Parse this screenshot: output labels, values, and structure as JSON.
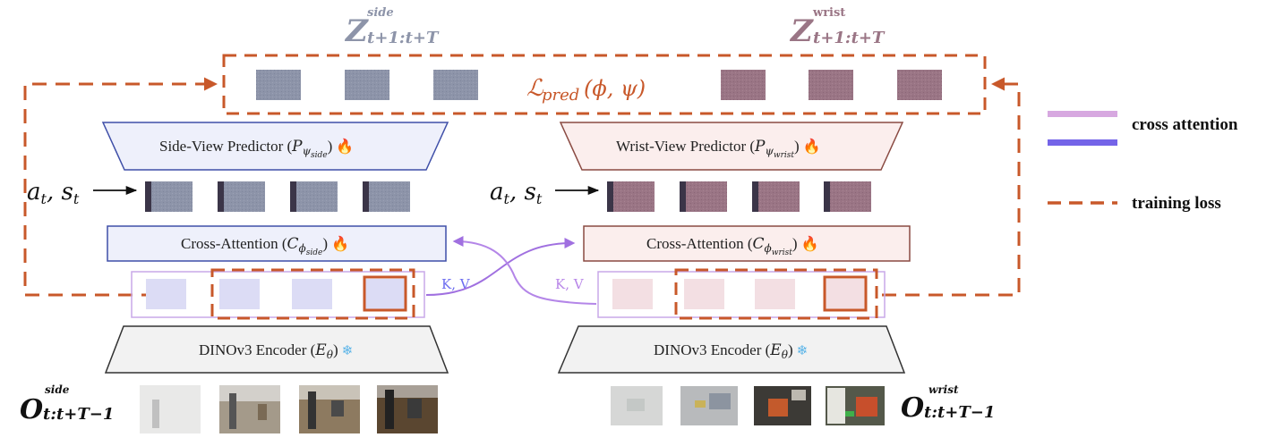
{
  "top": {
    "z_side": {
      "base": "Z",
      "sup": "side",
      "sub": "t+1:t+T"
    },
    "z_wrist": {
      "base": "Z",
      "sup": "wrist",
      "sub": "t+1:t+T"
    },
    "loss": {
      "L": "ℒ",
      "sub": "pred",
      "args": "(ϕ, ψ)"
    }
  },
  "side": {
    "predictor": {
      "text": "Side-View Predictor (",
      "sym": "P",
      "sub": "ψ",
      "subsub": "side",
      "close": ")"
    },
    "action": {
      "text": "a",
      "t": "t",
      "sep": ", s",
      "t2": "t"
    },
    "cross_attn": {
      "text": "Cross-Attention (",
      "sym": "C",
      "sub": "ϕ",
      "subsub": "side",
      "close": ")"
    },
    "kv": "K, V",
    "encoder": {
      "text": "DINOv3 Encoder (",
      "sym": "E",
      "sub": "θ",
      "close": ")"
    },
    "obs": {
      "base": "O",
      "sup": "side",
      "sub": "t:t+T−1"
    }
  },
  "wrist": {
    "predictor": {
      "text": "Wrist-View Predictor (",
      "sym": "P",
      "sub": "ψ",
      "subsub": "wrist",
      "close": ")"
    },
    "action": {
      "text": "a",
      "t": "t",
      "sep": ", s",
      "t2": "t"
    },
    "cross_attn": {
      "text": "Cross-Attention (",
      "sym": "C",
      "sub": "ϕ",
      "subsub": "wrist",
      "close": ")"
    },
    "kv": "K, V",
    "encoder": {
      "text": "DINOv3 Encoder (",
      "sym": "E",
      "sub": "θ",
      "close": ")"
    },
    "obs": {
      "base": "O",
      "sup": "wrist",
      "sub": "t:t+T−1"
    }
  },
  "legend": {
    "cross_attention": "cross attention",
    "training_loss": "training loss"
  },
  "colors": {
    "loss_orange": "#c8582a",
    "side_token": "#8d94a9",
    "wrist_token": "#9a7585",
    "side_enc_token": "#dcdcf5",
    "wrist_enc_token": "#f3dfe3",
    "attn_purple": "#a070e0",
    "legend_pink": "#d7a8e0",
    "legend_blue": "#7464e8"
  }
}
